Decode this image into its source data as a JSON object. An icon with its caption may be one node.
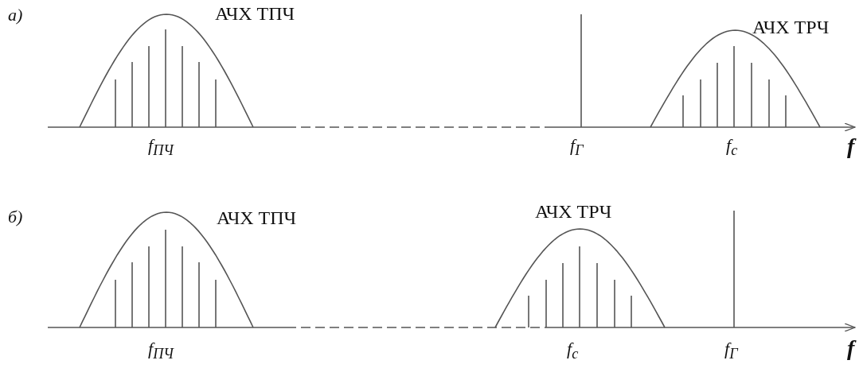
{
  "diagram": {
    "labels": [
      "а)",
      "АЧХ ТПЧ",
      "АЧХ ТРЧ",
      "f$_{ПЧ}$",
      "f$_{Г}$",
      "f$_{с}$",
      "f",
      "б)",
      "АЧХ ТПЧ",
      "АЧХ ТРЧ",
      "f$_{ПЧ}$",
      "f$_{с}$",
      "f$_{Г}$",
      "f"
    ]
  }
}
